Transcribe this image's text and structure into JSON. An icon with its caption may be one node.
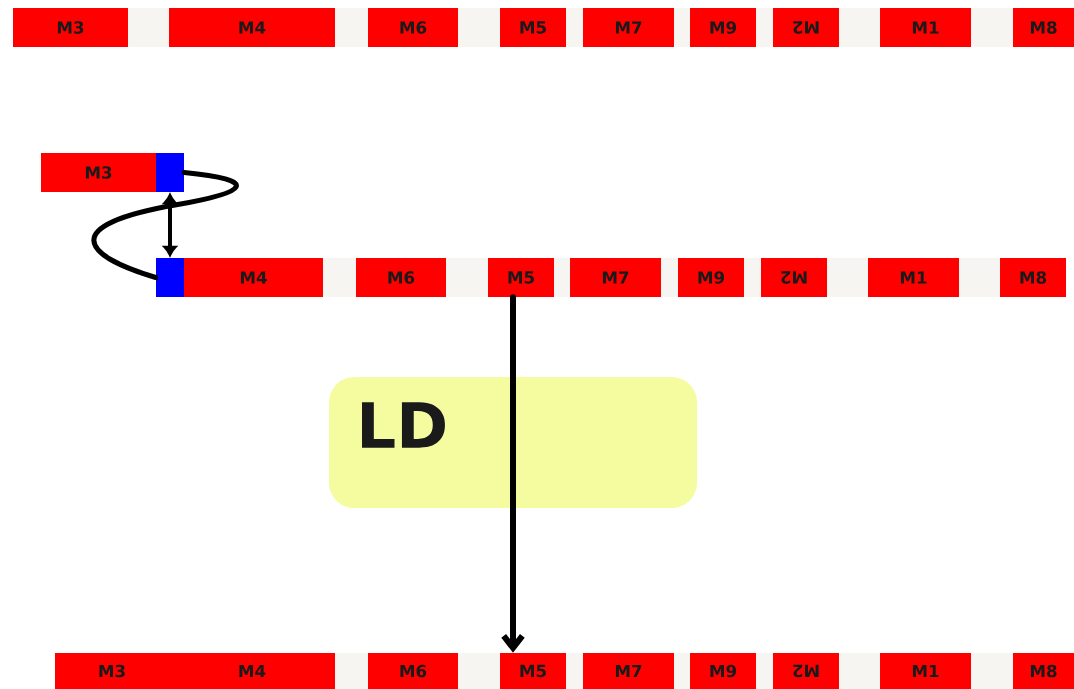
{
  "diagram": {
    "nodes": [
      {
        "text": [
          "M3"
        ]
      },
      {
        "text": [
          "M4"
        ]
      },
      {
        "text": [
          "M6"
        ]
      },
      {
        "text": [
          "M5"
        ]
      },
      {
        "text": [
          "M7"
        ]
      },
      {
        "text": [
          "M9"
        ]
      },
      {
        "text": [
          "M2"
        ]
      },
      {
        "text": [
          "M1"
        ]
      },
      {
        "text": [
          "M8"
        ]
      },
      {
        "text": [
          "M3"
        ]
      },
      {
        "text": [],
        "shape": "box"
      },
      {
        "text": [],
        "shape": "box"
      },
      {
        "text": [
          "M4"
        ]
      },
      {
        "text": [
          "M6"
        ]
      },
      {
        "text": [
          "M5"
        ]
      },
      {
        "text": [
          "M7"
        ]
      },
      {
        "text": [
          "M9"
        ]
      },
      {
        "text": [
          "M2"
        ]
      },
      {
        "text": [
          "M1"
        ]
      },
      {
        "text": [
          "M8"
        ]
      },
      {
        "text": [
          "M3"
        ]
      },
      {
        "text": [
          "M4"
        ]
      },
      {
        "text": [
          "M6"
        ]
      },
      {
        "text": [
          "M5"
        ]
      },
      {
        "text": [
          "M7"
        ]
      },
      {
        "text": [
          "M9"
        ]
      },
      {
        "text": [
          "M2"
        ]
      },
      {
        "text": [
          "M1"
        ]
      },
      {
        "text": [
          "M8"
        ]
      }
    ],
    "edges": [
      {
        "from": 10,
        "to": 11,
        "arrow": "none"
      },
      {
        "from": 10,
        "to": 11,
        "arrow": "both"
      },
      {
        "from": 14,
        "to": 23,
        "arrow": "to",
        "label": "LD"
      }
    ]
  }
}
